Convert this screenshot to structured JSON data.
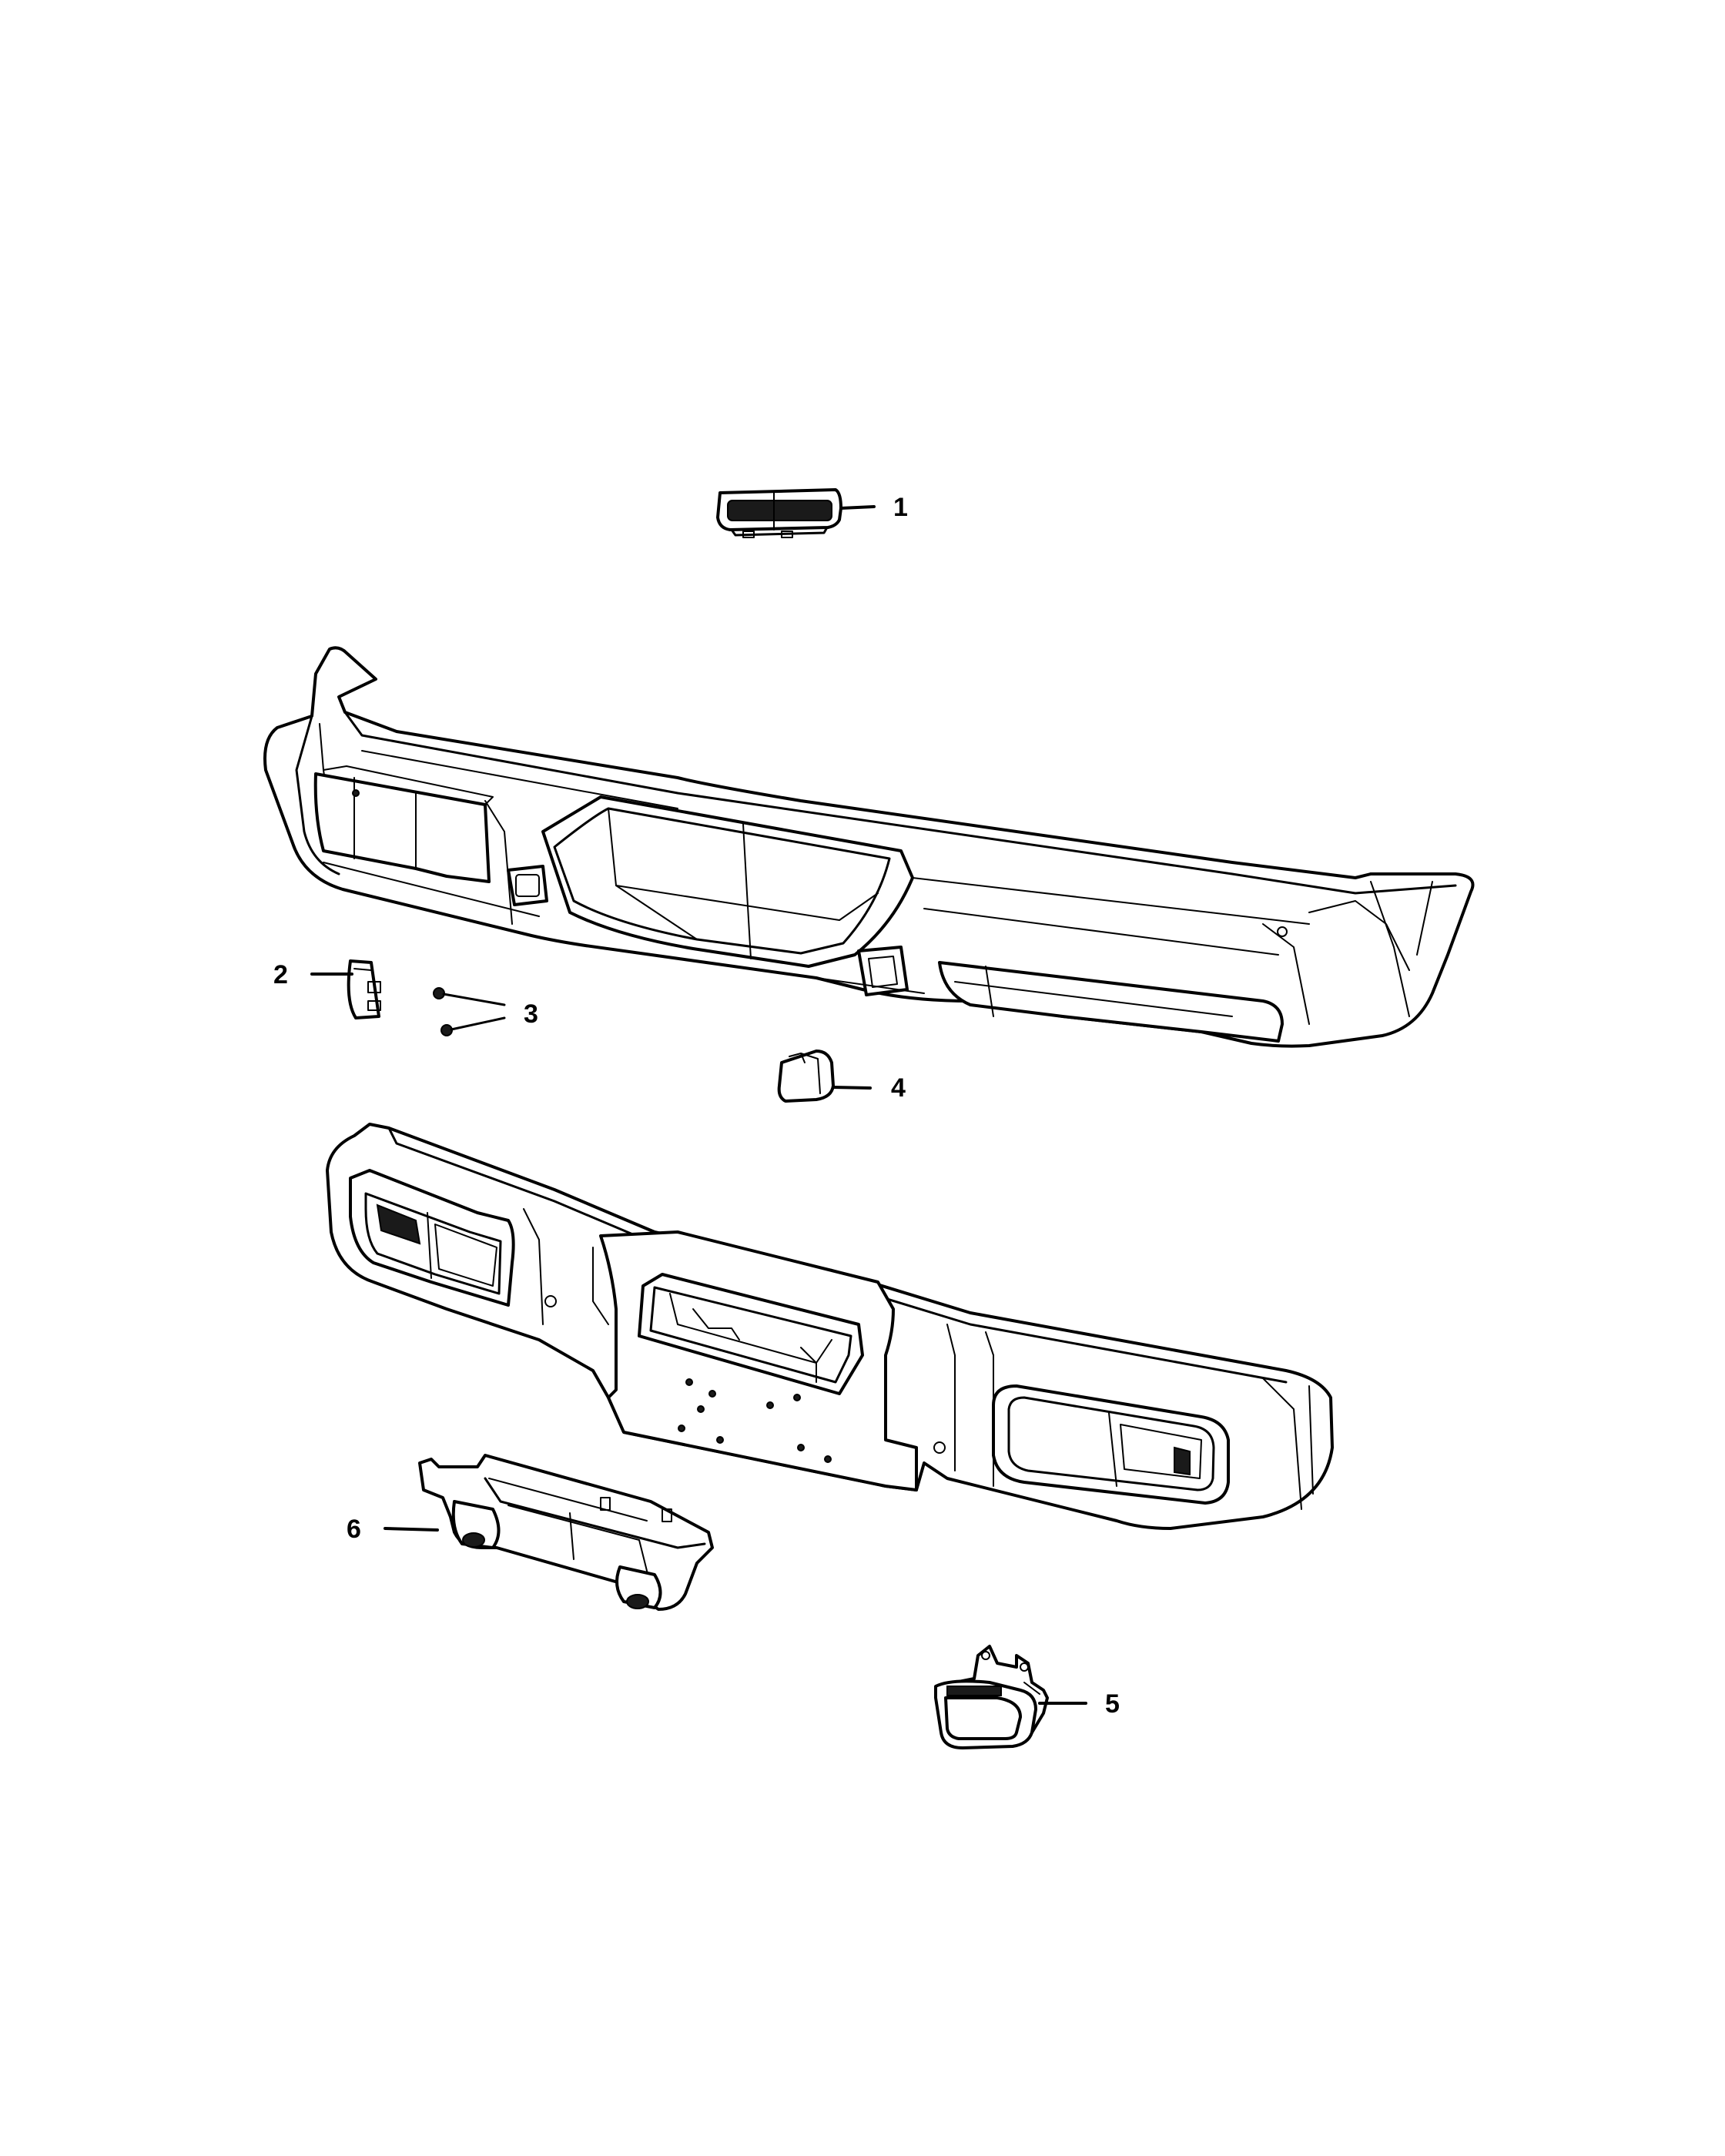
{
  "callouts": [
    {
      "number": "1",
      "part": "third-brake-lamp"
    },
    {
      "number": "2",
      "part": "small-bracket"
    },
    {
      "number": "3",
      "part": "screws"
    },
    {
      "number": "4",
      "part": "small-lamp"
    },
    {
      "number": "5",
      "part": "reverse-lamp"
    },
    {
      "number": "6",
      "part": "license-lamp-bracket"
    }
  ]
}
